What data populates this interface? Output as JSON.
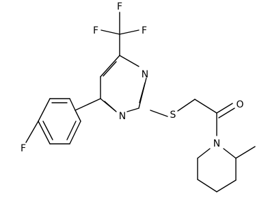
{
  "molecule": {
    "atoms": {
      "F_ring": "F",
      "F1": "F",
      "F2": "F",
      "F3": "F",
      "N_top": "N",
      "N_bottom": "N",
      "S": "S",
      "O": "O",
      "N_pip": "N"
    }
  }
}
